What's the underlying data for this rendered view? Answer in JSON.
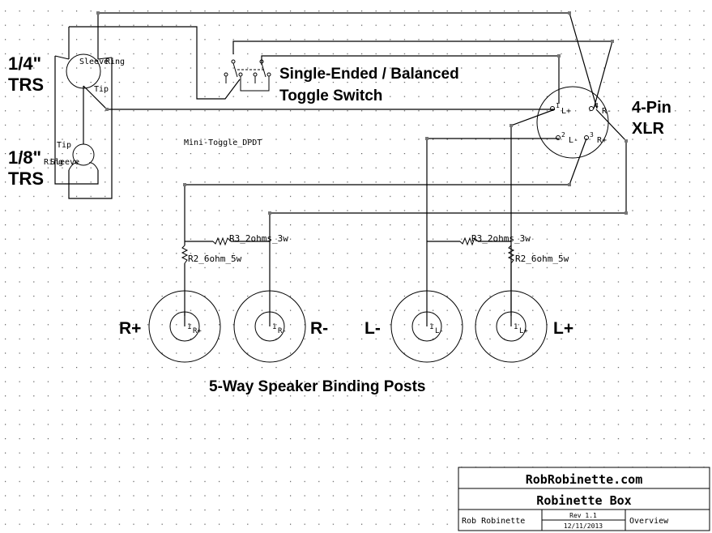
{
  "labels": {
    "quarter_inch_trs_line1": "1/4\"",
    "quarter_inch_trs_line2": "TRS",
    "eighth_inch_trs_line1": "1/8\"",
    "eighth_inch_trs_line2": "TRS",
    "toggle_line1": "Single-Ended / Balanced",
    "toggle_line2": "Toggle Switch",
    "xlr_line1": "4-Pin",
    "xlr_line2": "XLR",
    "binding_posts_title": "5-Way Speaker Binding Posts",
    "post_r_plus": "R+",
    "post_r_minus": "R-",
    "post_l_minus": "L-",
    "post_l_plus": "L+"
  },
  "components": {
    "trs_quarter": {
      "sleeve": "Sleeve",
      "ring": "Ring",
      "tip": "Tip"
    },
    "trs_eighth": {
      "tip": "Tip",
      "ring": "Ring",
      "sleeve": "Sleeve"
    },
    "toggle_part": "Mini-Toggle_DPDT",
    "xlr_pins": [
      {
        "num": "1",
        "name": "L+"
      },
      {
        "num": "2",
        "name": "L-"
      },
      {
        "num": "3",
        "name": "R+"
      },
      {
        "num": "4",
        "name": "R-"
      }
    ],
    "resistors": {
      "r3_left": "R3_2ohms_3w",
      "r2_left": "R2_6ohm_5w",
      "r3_right": "R3_2ohms_3w",
      "r2_right": "R2_6ohm_5w"
    },
    "posts": [
      {
        "num": "1",
        "name": "R+"
      },
      {
        "num": "1",
        "name": "R-"
      },
      {
        "num": "1",
        "name": "L-"
      },
      {
        "num": "1",
        "name": "L+"
      }
    ]
  },
  "title_block": {
    "site": "RobRobinette.com",
    "project": "Robinette Box",
    "author": "Rob Robinette",
    "revision": "Rev 1.1",
    "date": "12/11/2013",
    "sheet": "Overview"
  }
}
